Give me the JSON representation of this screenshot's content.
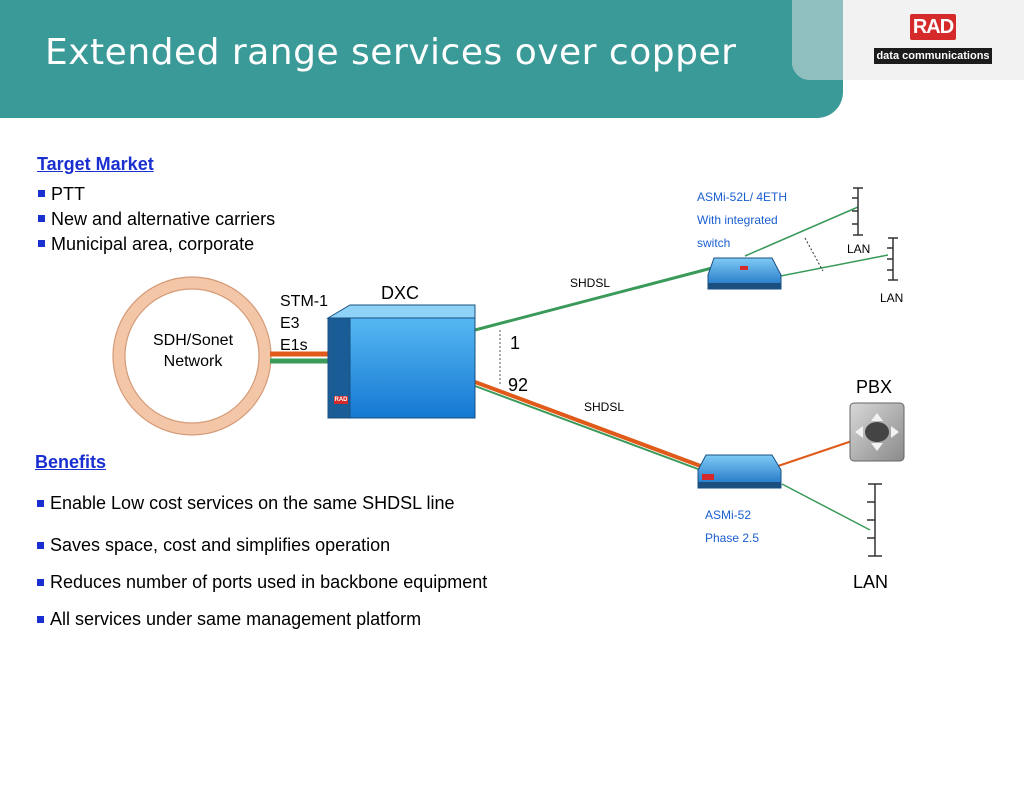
{
  "header": {
    "title": "Extended range services over copper",
    "logo_text": "RAD",
    "logo_subtext": "data communications"
  },
  "target_market": {
    "title": "Target Market",
    "items": [
      "PTT",
      "New and alternative carriers",
      "Municipal area, corporate"
    ]
  },
  "benefits": {
    "title": "Benefits",
    "items": [
      "Enable Low cost services on the same SHDSL line",
      "Saves space, cost and simplifies operation",
      "Reduces number of ports used in backbone equipment",
      "All services under same management platform"
    ]
  },
  "diagram": {
    "network_label": "SDH/Sonet Network",
    "interfaces": [
      "STM-1",
      "E3",
      "E1s"
    ],
    "dxc_label": "DXC",
    "port_first": "1",
    "port_last": "92",
    "shdsl_top": "SHDSL",
    "shdsl_bottom": "SHDSL",
    "asmi_top_lines": [
      "ASMi-52L/ 4ETH",
      "With integrated",
      "switch"
    ],
    "asmi_bottom_lines": [
      "ASMi-52",
      "Phase 2.5"
    ],
    "lan_top_1": "LAN",
    "lan_top_2": "LAN",
    "lan_bottom": "LAN",
    "pbx_label": "PBX",
    "device_logo": "RAD"
  },
  "colors": {
    "header_teal": "#3a9a98",
    "bullet_blue": "#1a2fd0",
    "link_green": "#3a9a5a",
    "link_orange": "#e05a1a",
    "device_blue": "#2a90e0"
  }
}
